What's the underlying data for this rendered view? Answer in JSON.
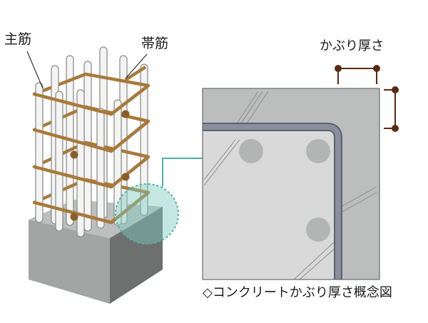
{
  "labels": {
    "main_bar": "主筋",
    "hoop": "帯筋",
    "cover_thickness": "かぶり厚さ",
    "caption": "◇コンクリートかぶり厚さ概念図"
  },
  "colors": {
    "background": "#ffffff",
    "concrete_top": "#bdbfbf",
    "concrete_left": "#a3a5a5",
    "concrete_right": "#6e7070",
    "rebar": "#f1f1ef",
    "rebar_outline": "#8d8f8f",
    "hoop": "#a8793a",
    "hoop_dark": "#7a5420",
    "highlight": "#7fc9be",
    "highlight_line": "#4bb3a4",
    "detail_concrete": "#bcbebd",
    "detail_inner": "#d8d9d8",
    "detail_border": "#6a6c6c",
    "stirrup_band": "#757987",
    "dim_marker": "#5a2a12"
  },
  "icons": {
    "zoom_connector": "leader-line",
    "dimension_markers": "dot-ended-dimension-line"
  }
}
